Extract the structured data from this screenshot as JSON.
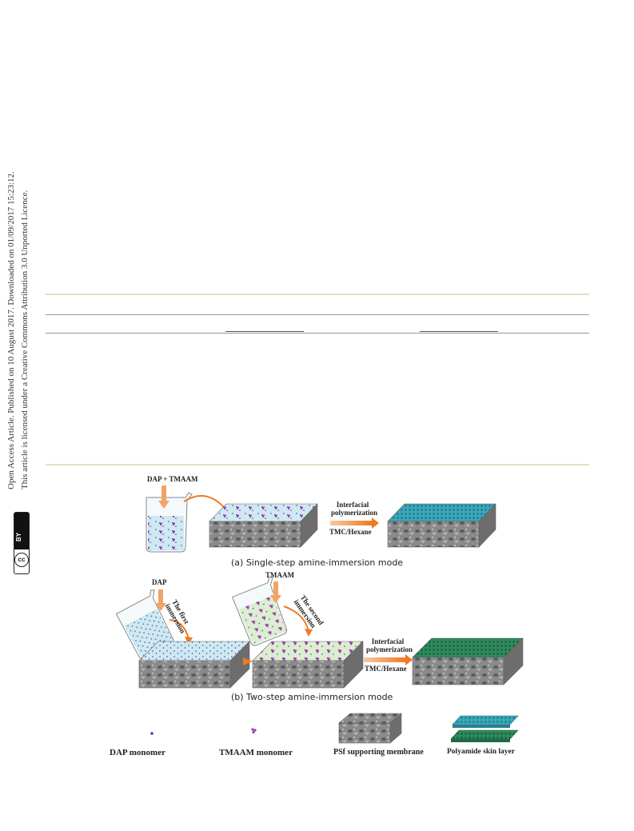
{
  "sidebar": {
    "line1": "Open Access Article. Published on 10 August 2017. Downloaded on 01/09/2017 15:23:12.",
    "line2": "This article is licensed under a Creative Commons Attribution 3.0 Unported Licence.",
    "badge_cc": "cc",
    "badge_by": "BY"
  },
  "figure": {
    "panel_a": {
      "beaker_label": "DAP + TMAAM",
      "arrow_label_top": "Interfacial\npolymerization",
      "arrow_label_bottom": "TMC/Hexane",
      "caption": "(a) Single-step amine-immersion mode"
    },
    "panel_b": {
      "beaker1_label": "DAP",
      "immersion1_label": "The first\nimmersion",
      "beaker2_label": "TMAAM",
      "immersion2_label": "The second\nimmersion",
      "arrow_label_top": "Interfacial\npolymerization",
      "arrow_label_bottom": "TMC/Hexane",
      "caption": "(b) Two-step amine-immersion mode"
    },
    "legend": {
      "dap": "DAP monomer",
      "tmaam": "TMAAM monomer",
      "psf": "PSf supporting membrane",
      "polyamide": "Polyamide skin layer"
    }
  },
  "colors": {
    "dap_dot": "#3b3fae",
    "tmaam_dot": "#9b3bb5",
    "aqueous_blue": "#cfe9f1",
    "aqueous_green": "#dbeecf",
    "skin_teal": "#3aa8b8",
    "skin_green": "#2e8a5c",
    "arrow_orange": "#f07a25",
    "membrane_gray": "#7d7d7d"
  }
}
